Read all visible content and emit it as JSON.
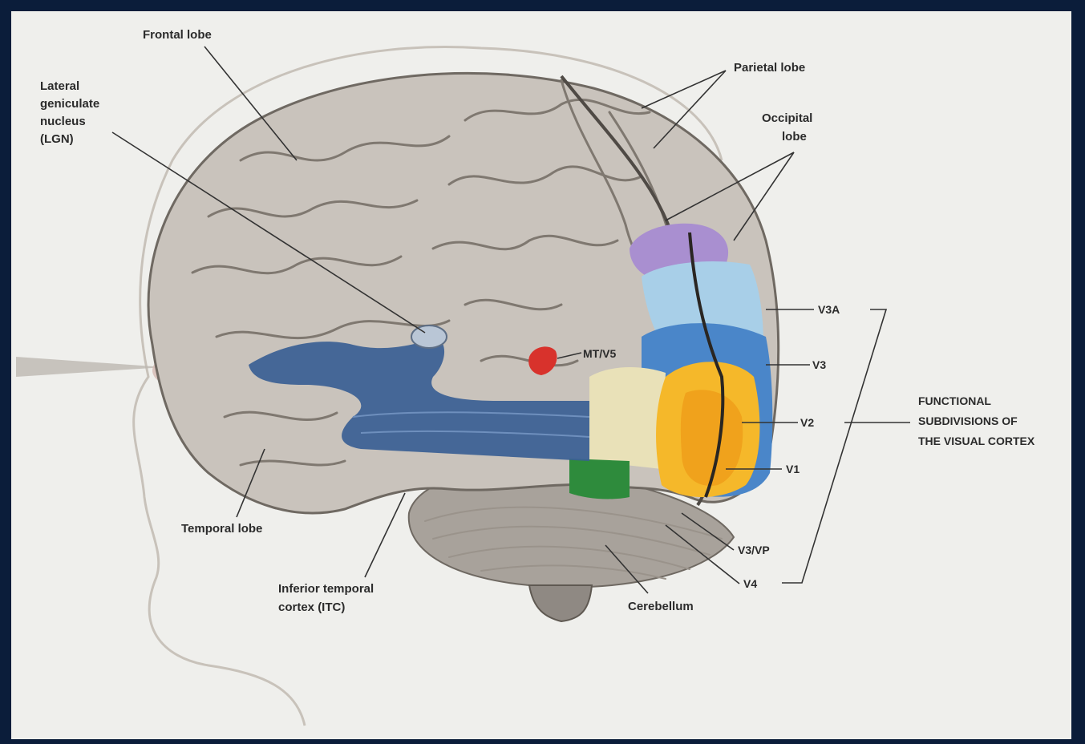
{
  "labels": {
    "frontal_lobe": "Frontal lobe",
    "lgn_line1": "Lateral",
    "lgn_line2": "geniculate",
    "lgn_line3": "nucleus",
    "lgn_line4": "(LGN)",
    "parietal_lobe": "Parietal lobe",
    "occipital_line1": "Occipital",
    "occipital_line2": "lobe",
    "mt_v5": "MT/V5",
    "v3a": "V3A",
    "v3": "V3",
    "v2": "V2",
    "v1": "V1",
    "v3vp": "V3/VP",
    "v4": "V4",
    "functional_line1": "FUNCTIONAL",
    "functional_line2": "SUBDIVISIONS OF",
    "functional_line3": "THE VISUAL CORTEX",
    "temporal_lobe": "Temporal lobe",
    "itc_line1": "Inferior temporal",
    "itc_line2": "cortex (ITC)",
    "cerebellum": "Cerebellum"
  },
  "colors": {
    "frame": "#0b1d3a",
    "background": "#efefec",
    "brain": "#c9c3bc",
    "v1": "#f0a21c",
    "v2": "#f5b82a",
    "v3": "#4a86c9",
    "v3a": "#a8cfe8",
    "v3vp": "#e9e1b8",
    "v4": "#2e8b3c",
    "mt_v5": "#d8322c",
    "parietal_visual": "#a98fd0",
    "optic_radiation": "#3a5f94"
  }
}
